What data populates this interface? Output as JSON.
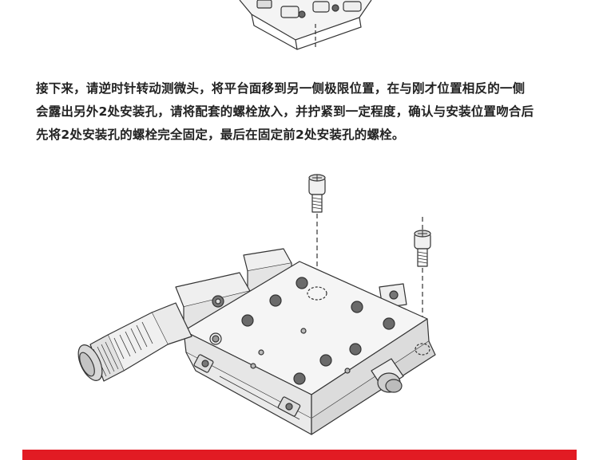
{
  "instructions": {
    "line1": "接下来，请逆时针转动测微头，将平台面移到另一侧极限位置，在与刚才位置相反的一侧",
    "line2": "会露出另外2处安装孔，请将配套的螺栓放入，并拧紧到一定程度，确认与安装位置吻合后",
    "line3": "先将2处安装孔的螺栓完全固定，最后在固定前2处安装孔的螺栓。"
  },
  "colors": {
    "accent_bar": "#e21b23",
    "line_art": "#333333",
    "metal_fill": "#f2f2f2",
    "hole_fill": "#6a6a6a"
  }
}
